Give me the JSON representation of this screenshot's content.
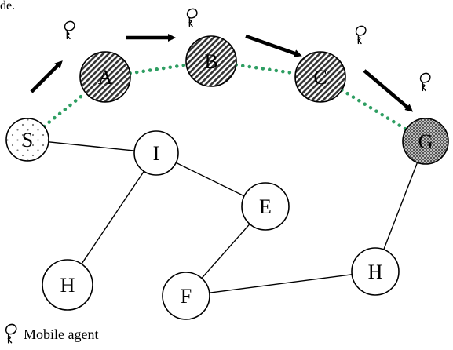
{
  "caption_fragment": "de.",
  "nodes": [
    {
      "id": "S",
      "label": "S",
      "style": "dotted"
    },
    {
      "id": "A",
      "label": "A",
      "style": "hatched"
    },
    {
      "id": "B",
      "label": "B",
      "style": "hatched"
    },
    {
      "id": "C",
      "label": "C",
      "style": "hatched"
    },
    {
      "id": "G",
      "label": "G",
      "style": "checkered"
    },
    {
      "id": "I",
      "label": "I",
      "style": "plain"
    },
    {
      "id": "E",
      "label": "E",
      "style": "plain"
    },
    {
      "id": "H1",
      "label": "H",
      "style": "plain"
    },
    {
      "id": "F",
      "label": "F",
      "style": "plain"
    },
    {
      "id": "H2",
      "label": "H",
      "style": "plain"
    }
  ],
  "links": [
    {
      "from": "S",
      "to": "I"
    },
    {
      "from": "I",
      "to": "E"
    },
    {
      "from": "I",
      "to": "H1"
    },
    {
      "from": "E",
      "to": "F"
    },
    {
      "from": "F",
      "to": "H2"
    },
    {
      "from": "H2",
      "to": "G"
    }
  ],
  "agent_path": [
    "S",
    "A",
    "B",
    "C",
    "G"
  ],
  "colors": {
    "path_dotted": "#2e9e62",
    "node_stroke": "#000000",
    "hatch_dark": "#333333",
    "checker_dark": "#555555"
  },
  "legend": {
    "icon": "mobile-agent-icon",
    "label": "Mobile agent"
  }
}
